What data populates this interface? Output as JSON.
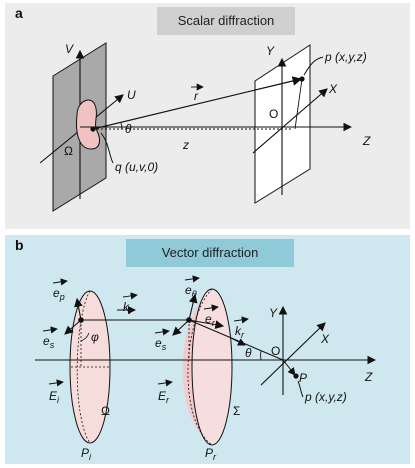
{
  "panel_a": {
    "letter": "a",
    "title": "Scalar diffraction",
    "labels": {
      "V": "V",
      "U": "U",
      "Omega": "Ω",
      "q": "q (u,v,0)",
      "r": "r",
      "theta": "θ",
      "z": "z",
      "Y": "Y",
      "X": "X",
      "O": "O",
      "Z": "Z",
      "p": "p (x,y,z)"
    }
  },
  "panel_b": {
    "letter": "b",
    "title": "Vector diffraction",
    "labels": {
      "e_p": "e",
      "e_p_sub": "p",
      "e_s_i": "e",
      "e_s_i_sub": "s",
      "phi": "φ",
      "E_i": "E",
      "E_i_sub": "i",
      "Omega": "Ω",
      "P_i": "P",
      "P_i_sub": "i",
      "k_i": "k",
      "k_i_sub": "i",
      "e_theta": "e",
      "e_theta_sub": "θ",
      "e_r": "e",
      "e_r_sub": "r",
      "k_r": "k",
      "k_r_sub": "r",
      "e_s_r": "e",
      "e_s_r_sub": "s",
      "E_r": "E",
      "E_r_sub": "r",
      "Sigma": "Σ",
      "P_r": "P",
      "P_r_sub": "r",
      "theta": "θ",
      "Y": "Y",
      "X": "X",
      "O": "O",
      "Z": "Z",
      "P": "P",
      "p": "p (x,y,z)"
    }
  },
  "colors": {
    "panel_a_bg": "#ececec",
    "panel_b_bg": "#cfe8ef",
    "aperture_fill": "#f3c9c9",
    "lens_fill": "#f6dede"
  }
}
